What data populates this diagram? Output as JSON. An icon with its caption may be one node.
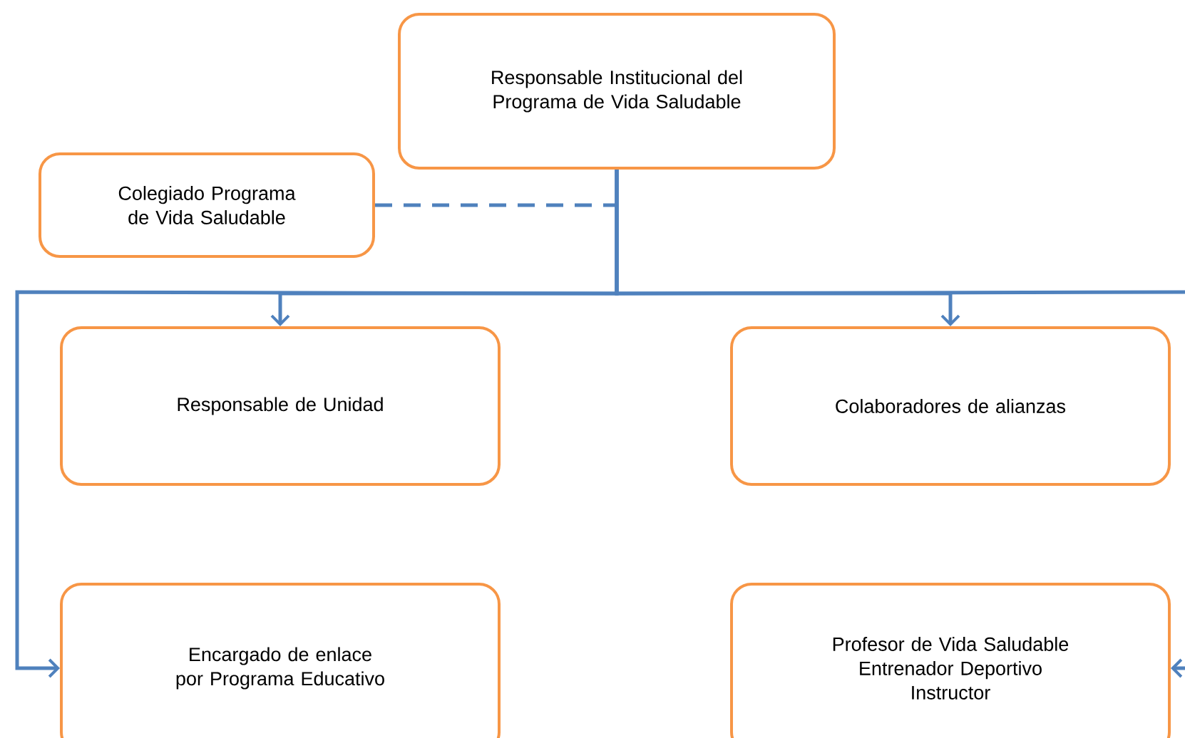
{
  "diagram": {
    "nodes": [
      {
        "text": [
          "Responsable Institucional del Programa de Vida Saludable"
        ]
      },
      {
        "text": [
          "Colegiado Programa de Vida Saludable"
        ]
      },
      {
        "text": [
          "Responsable de Unidad"
        ]
      },
      {
        "text": [
          "Colaboradores de alianzas"
        ]
      },
      {
        "text": [
          "Encargado de enlace por Programa Educativo"
        ]
      },
      {
        "text": [
          "Profesor de Vida Saludable",
          "Entrenador Deportivo",
          "Instructor"
        ]
      }
    ],
    "edges": [
      {
        "from": 1,
        "to": 0,
        "arrow": "none",
        "style": "dashed"
      },
      {
        "from": 0,
        "to": 2,
        "arrow": "to"
      },
      {
        "from": 0,
        "to": 3,
        "arrow": "to"
      },
      {
        "from": 0,
        "to": 4,
        "arrow": "to"
      },
      {
        "from": 0,
        "to": 5,
        "arrow": "to"
      }
    ]
  }
}
